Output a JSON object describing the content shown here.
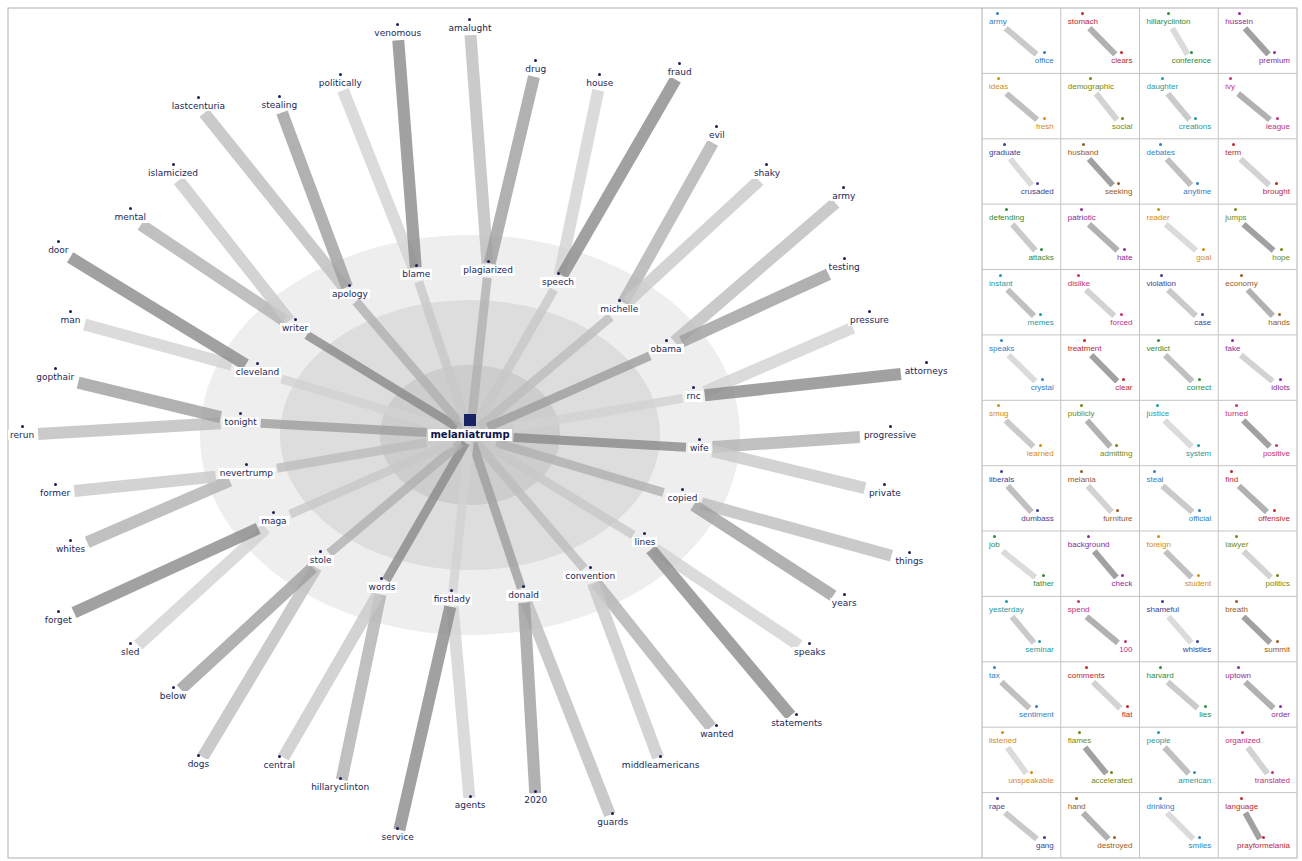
{
  "diagram": {
    "nodes": [
      {
        "text": [
          "amalught"
        ]
      },
      {
        "text": [
          "drug"
        ]
      },
      {
        "text": [
          "house"
        ]
      },
      {
        "text": [
          "fraud"
        ]
      },
      {
        "text": [
          "evil"
        ]
      },
      {
        "text": [
          "shaky"
        ]
      },
      {
        "text": [
          "army"
        ]
      },
      {
        "text": [
          "testing"
        ]
      },
      {
        "text": [
          "pressure"
        ]
      },
      {
        "text": [
          "attorneys"
        ]
      },
      {
        "text": [
          "progressive"
        ]
      },
      {
        "text": [
          "private"
        ]
      },
      {
        "text": [
          "things"
        ]
      },
      {
        "text": [
          "years"
        ]
      },
      {
        "text": [
          "speaks"
        ]
      },
      {
        "text": [
          "statements"
        ]
      },
      {
        "text": [
          "wanted"
        ]
      },
      {
        "text": [
          "middleamericans"
        ]
      },
      {
        "text": [
          "guards"
        ]
      },
      {
        "text": [
          "2020"
        ]
      },
      {
        "text": [
          "agents"
        ]
      },
      {
        "text": [
          "service"
        ]
      },
      {
        "text": [
          "hillaryclinton"
        ]
      },
      {
        "text": [
          "central"
        ]
      },
      {
        "text": [
          "dogs"
        ]
      },
      {
        "text": [
          "below"
        ]
      },
      {
        "text": [
          "sled"
        ]
      },
      {
        "text": [
          "forget"
        ]
      },
      {
        "text": [
          "whites"
        ]
      },
      {
        "text": [
          "former"
        ]
      },
      {
        "text": [
          "rerun"
        ]
      },
      {
        "text": [
          "gopthair"
        ]
      },
      {
        "text": [
          "man"
        ]
      },
      {
        "text": [
          "door"
        ]
      },
      {
        "text": [
          "mental"
        ]
      },
      {
        "text": [
          "islamicized"
        ]
      },
      {
        "text": [
          "lastcenturia"
        ]
      },
      {
        "text": [
          "stealing"
        ]
      },
      {
        "text": [
          "politically"
        ]
      },
      {
        "text": [
          "venomous"
        ]
      },
      {
        "text": [
          "plagiarized"
        ]
      },
      {
        "text": [
          "speech"
        ]
      },
      {
        "text": [
          "michelle"
        ]
      },
      {
        "text": [
          "obama"
        ]
      },
      {
        "text": [
          "rnc"
        ]
      },
      {
        "text": [
          "wife"
        ]
      },
      {
        "text": [
          "copied"
        ]
      },
      {
        "text": [
          "lines"
        ]
      },
      {
        "text": [
          "convention"
        ]
      },
      {
        "text": [
          "donald"
        ]
      },
      {
        "text": [
          "firstlady"
        ]
      },
      {
        "text": [
          "words"
        ]
      },
      {
        "text": [
          "stole"
        ]
      },
      {
        "text": [
          "maga"
        ]
      },
      {
        "text": [
          "nevertrump"
        ]
      },
      {
        "text": [
          "tonight"
        ]
      },
      {
        "text": [
          "cleveland"
        ]
      },
      {
        "text": [
          "writer"
        ]
      },
      {
        "text": [
          "apology"
        ]
      },
      {
        "text": [
          "blame"
        ]
      },
      {
        "text": [
          "melaniatrump"
        ]
      },
      {
        "text": [
          "army"
        ]
      },
      {
        "text": [
          "office"
        ]
      },
      {
        "text": [
          "stomach"
        ]
      },
      {
        "text": [
          "clears"
        ]
      },
      {
        "text": [
          "hillaryclinton"
        ]
      },
      {
        "text": [
          "conference"
        ]
      },
      {
        "text": [
          "hussein"
        ]
      },
      {
        "text": [
          "premium"
        ]
      },
      {
        "text": [
          "ideas"
        ]
      },
      {
        "text": [
          "fresh"
        ]
      },
      {
        "text": [
          "demographic"
        ]
      },
      {
        "text": [
          "social"
        ]
      },
      {
        "text": [
          "daughter"
        ]
      },
      {
        "text": [
          "creations"
        ]
      },
      {
        "text": [
          "ivy"
        ]
      },
      {
        "text": [
          "league"
        ]
      },
      {
        "text": [
          "graduate"
        ]
      },
      {
        "text": [
          "crusaded"
        ]
      },
      {
        "text": [
          "husband"
        ]
      },
      {
        "text": [
          "seeking"
        ]
      },
      {
        "text": [
          "debates"
        ]
      },
      {
        "text": [
          "anytime"
        ]
      },
      {
        "text": [
          "term"
        ]
      },
      {
        "text": [
          "brought"
        ]
      },
      {
        "text": [
          "defending"
        ]
      },
      {
        "text": [
          "attacks"
        ]
      },
      {
        "text": [
          "patriotic"
        ]
      },
      {
        "text": [
          "hate"
        ]
      },
      {
        "text": [
          "reader"
        ]
      },
      {
        "text": [
          "goal"
        ]
      },
      {
        "text": [
          "jumps"
        ]
      },
      {
        "text": [
          "hope"
        ]
      },
      {
        "text": [
          "instant"
        ]
      },
      {
        "text": [
          "memes"
        ]
      },
      {
        "text": [
          "dislike"
        ]
      },
      {
        "text": [
          "forced"
        ]
      },
      {
        "text": [
          "violation"
        ]
      },
      {
        "text": [
          "case"
        ]
      },
      {
        "text": [
          "economy"
        ]
      },
      {
        "text": [
          "hands"
        ]
      },
      {
        "text": [
          "speaks"
        ]
      },
      {
        "text": [
          "crystal"
        ]
      },
      {
        "text": [
          "treatment"
        ]
      },
      {
        "text": [
          "clear"
        ]
      },
      {
        "text": [
          "verdict"
        ]
      },
      {
        "text": [
          "correct"
        ]
      },
      {
        "text": [
          "fake"
        ]
      },
      {
        "text": [
          "idiots"
        ]
      },
      {
        "text": [
          "smug"
        ]
      },
      {
        "text": [
          "learned"
        ]
      },
      {
        "text": [
          "publicly"
        ]
      },
      {
        "text": [
          "admitting"
        ]
      },
      {
        "text": [
          "justice"
        ]
      },
      {
        "text": [
          "system"
        ]
      },
      {
        "text": [
          "turned"
        ]
      },
      {
        "text": [
          "positive"
        ]
      },
      {
        "text": [
          "liberals"
        ]
      },
      {
        "text": [
          "dumbass"
        ]
      },
      {
        "text": [
          "melania"
        ]
      },
      {
        "text": [
          "furniture"
        ]
      },
      {
        "text": [
          "steal"
        ]
      },
      {
        "text": [
          "official"
        ]
      },
      {
        "text": [
          "find"
        ]
      },
      {
        "text": [
          "offensive"
        ]
      },
      {
        "text": [
          "job"
        ]
      },
      {
        "text": [
          "father"
        ]
      },
      {
        "text": [
          "background"
        ]
      },
      {
        "text": [
          "check"
        ]
      },
      {
        "text": [
          "foreign"
        ]
      },
      {
        "text": [
          "student"
        ]
      },
      {
        "text": [
          "lawyer"
        ]
      },
      {
        "text": [
          "politics"
        ]
      },
      {
        "text": [
          "yesterday"
        ]
      },
      {
        "text": [
          "seminar"
        ]
      },
      {
        "text": [
          "spend"
        ]
      },
      {
        "text": [
          "100"
        ]
      },
      {
        "text": [
          "shameful"
        ]
      },
      {
        "text": [
          "whistles"
        ]
      },
      {
        "text": [
          "breath"
        ]
      },
      {
        "text": [
          "summit"
        ]
      },
      {
        "text": [
          "tax"
        ]
      },
      {
        "text": [
          "sentiment"
        ]
      },
      {
        "text": [
          "comments"
        ]
      },
      {
        "text": [
          "flat"
        ]
      },
      {
        "text": [
          "harvard"
        ]
      },
      {
        "text": [
          "lies"
        ]
      },
      {
        "text": [
          "uptown"
        ]
      },
      {
        "text": [
          "order"
        ]
      },
      {
        "text": [
          "listened"
        ]
      },
      {
        "text": [
          "unspeakable"
        ]
      },
      {
        "text": [
          "flames"
        ]
      },
      {
        "text": [
          "accelerated"
        ]
      },
      {
        "text": [
          "people"
        ]
      },
      {
        "text": [
          "american"
        ]
      },
      {
        "text": [
          "organized"
        ]
      },
      {
        "text": [
          "translated"
        ]
      },
      {
        "text": [
          "rape"
        ]
      },
      {
        "text": [
          "gang"
        ]
      },
      {
        "text": [
          "hand"
        ]
      },
      {
        "text": [
          "destroyed"
        ]
      },
      {
        "text": [
          "drinking"
        ]
      },
      {
        "text": [
          "smiles"
        ]
      },
      {
        "text": [
          "language"
        ]
      },
      {
        "text": [
          "prayformelania"
        ]
      }
    ],
    "edges": [
      {
        "from": 0,
        "to": 40,
        "arrow": "none"
      },
      {
        "from": 1,
        "to": 40,
        "arrow": "none"
      },
      {
        "from": 2,
        "to": 41,
        "arrow": "none"
      },
      {
        "from": 3,
        "to": 41,
        "arrow": "none"
      },
      {
        "from": 4,
        "to": 42,
        "arrow": "none"
      },
      {
        "from": 5,
        "to": 42,
        "arrow": "none"
      },
      {
        "from": 6,
        "to": 43,
        "arrow": "none"
      },
      {
        "from": 7,
        "to": 43,
        "arrow": "none"
      },
      {
        "from": 8,
        "to": 44,
        "arrow": "none"
      },
      {
        "from": 9,
        "to": 44,
        "arrow": "none"
      },
      {
        "from": 10,
        "to": 45,
        "arrow": "none"
      },
      {
        "from": 11,
        "to": 45,
        "arrow": "none"
      },
      {
        "from": 12,
        "to": 46,
        "arrow": "none"
      },
      {
        "from": 13,
        "to": 46,
        "arrow": "none"
      },
      {
        "from": 14,
        "to": 47,
        "arrow": "none"
      },
      {
        "from": 15,
        "to": 47,
        "arrow": "none"
      },
      {
        "from": 16,
        "to": 48,
        "arrow": "none"
      },
      {
        "from": 17,
        "to": 48,
        "arrow": "none"
      },
      {
        "from": 18,
        "to": 49,
        "arrow": "none"
      },
      {
        "from": 19,
        "to": 49,
        "arrow": "none"
      },
      {
        "from": 20,
        "to": 50,
        "arrow": "none"
      },
      {
        "from": 21,
        "to": 50,
        "arrow": "none"
      },
      {
        "from": 22,
        "to": 51,
        "arrow": "none"
      },
      {
        "from": 23,
        "to": 51,
        "arrow": "none"
      },
      {
        "from": 24,
        "to": 52,
        "arrow": "none"
      },
      {
        "from": 25,
        "to": 52,
        "arrow": "none"
      },
      {
        "from": 26,
        "to": 53,
        "arrow": "none"
      },
      {
        "from": 27,
        "to": 53,
        "arrow": "none"
      },
      {
        "from": 28,
        "to": 54,
        "arrow": "none"
      },
      {
        "from": 29,
        "to": 54,
        "arrow": "none"
      },
      {
        "from": 30,
        "to": 55,
        "arrow": "none"
      },
      {
        "from": 31,
        "to": 55,
        "arrow": "none"
      },
      {
        "from": 32,
        "to": 56,
        "arrow": "none"
      },
      {
        "from": 33,
        "to": 56,
        "arrow": "none"
      },
      {
        "from": 34,
        "to": 57,
        "arrow": "none"
      },
      {
        "from": 35,
        "to": 57,
        "arrow": "none"
      },
      {
        "from": 36,
        "to": 58,
        "arrow": "none"
      },
      {
        "from": 37,
        "to": 58,
        "arrow": "none"
      },
      {
        "from": 38,
        "to": 59,
        "arrow": "none"
      },
      {
        "from": 39,
        "to": 59,
        "arrow": "none"
      },
      {
        "from": 40,
        "to": 60,
        "arrow": "none"
      },
      {
        "from": 41,
        "to": 60,
        "arrow": "none"
      },
      {
        "from": 42,
        "to": 60,
        "arrow": "none"
      },
      {
        "from": 43,
        "to": 60,
        "arrow": "none"
      },
      {
        "from": 44,
        "to": 60,
        "arrow": "none"
      },
      {
        "from": 45,
        "to": 60,
        "arrow": "none"
      },
      {
        "from": 46,
        "to": 60,
        "arrow": "none"
      },
      {
        "from": 47,
        "to": 60,
        "arrow": "none"
      },
      {
        "from": 48,
        "to": 60,
        "arrow": "none"
      },
      {
        "from": 49,
        "to": 60,
        "arrow": "none"
      },
      {
        "from": 50,
        "to": 60,
        "arrow": "none"
      },
      {
        "from": 51,
        "to": 60,
        "arrow": "none"
      },
      {
        "from": 52,
        "to": 60,
        "arrow": "none"
      },
      {
        "from": 53,
        "to": 60,
        "arrow": "none"
      },
      {
        "from": 54,
        "to": 60,
        "arrow": "none"
      },
      {
        "from": 55,
        "to": 60,
        "arrow": "none"
      },
      {
        "from": 56,
        "to": 60,
        "arrow": "none"
      },
      {
        "from": 57,
        "to": 60,
        "arrow": "none"
      },
      {
        "from": 58,
        "to": 60,
        "arrow": "none"
      },
      {
        "from": 59,
        "to": 60,
        "arrow": "none"
      },
      {
        "from": 61,
        "to": 62,
        "arrow": "none"
      },
      {
        "from": 63,
        "to": 64,
        "arrow": "none"
      },
      {
        "from": 65,
        "to": 66,
        "arrow": "none"
      },
      {
        "from": 67,
        "to": 68,
        "arrow": "none"
      },
      {
        "from": 69,
        "to": 70,
        "arrow": "none"
      },
      {
        "from": 71,
        "to": 72,
        "arrow": "none"
      },
      {
        "from": 73,
        "to": 74,
        "arrow": "none"
      },
      {
        "from": 75,
        "to": 76,
        "arrow": "none"
      },
      {
        "from": 77,
        "to": 78,
        "arrow": "none"
      },
      {
        "from": 79,
        "to": 80,
        "arrow": "none"
      },
      {
        "from": 81,
        "to": 82,
        "arrow": "none"
      },
      {
        "from": 83,
        "to": 84,
        "arrow": "none"
      },
      {
        "from": 85,
        "to": 86,
        "arrow": "none"
      },
      {
        "from": 87,
        "to": 88,
        "arrow": "none"
      },
      {
        "from": 89,
        "to": 90,
        "arrow": "none"
      },
      {
        "from": 91,
        "to": 92,
        "arrow": "none"
      },
      {
        "from": 93,
        "to": 94,
        "arrow": "none"
      },
      {
        "from": 95,
        "to": 96,
        "arrow": "none"
      },
      {
        "from": 97,
        "to": 98,
        "arrow": "none"
      },
      {
        "from": 99,
        "to": 100,
        "arrow": "none"
      },
      {
        "from": 101,
        "to": 102,
        "arrow": "none"
      },
      {
        "from": 103,
        "to": 104,
        "arrow": "none"
      },
      {
        "from": 105,
        "to": 106,
        "arrow": "none"
      },
      {
        "from": 107,
        "to": 108,
        "arrow": "none"
      },
      {
        "from": 109,
        "to": 110,
        "arrow": "none"
      },
      {
        "from": 111,
        "to": 112,
        "arrow": "none"
      },
      {
        "from": 113,
        "to": 114,
        "arrow": "none"
      },
      {
        "from": 115,
        "to": 116,
        "arrow": "none"
      },
      {
        "from": 117,
        "to": 118,
        "arrow": "none"
      },
      {
        "from": 119,
        "to": 120,
        "arrow": "none"
      },
      {
        "from": 121,
        "to": 122,
        "arrow": "none"
      },
      {
        "from": 123,
        "to": 124,
        "arrow": "none"
      },
      {
        "from": 125,
        "to": 126,
        "arrow": "none"
      },
      {
        "from": 127,
        "to": 128,
        "arrow": "none"
      },
      {
        "from": 129,
        "to": 130,
        "arrow": "none"
      },
      {
        "from": 131,
        "to": 132,
        "arrow": "none"
      },
      {
        "from": 133,
        "to": 134,
        "arrow": "none"
      },
      {
        "from": 135,
        "to": 136,
        "arrow": "none"
      },
      {
        "from": 137,
        "to": 138,
        "arrow": "none"
      },
      {
        "from": 139,
        "to": 140,
        "arrow": "none"
      },
      {
        "from": 141,
        "to": 142,
        "arrow": "none"
      },
      {
        "from": 143,
        "to": 144,
        "arrow": "none"
      },
      {
        "from": 145,
        "to": 146,
        "arrow": "none"
      },
      {
        "from": 147,
        "to": 148,
        "arrow": "none"
      },
      {
        "from": 149,
        "to": 150,
        "arrow": "none"
      },
      {
        "from": 151,
        "to": 152,
        "arrow": "none"
      },
      {
        "from": 153,
        "to": 154,
        "arrow": "none"
      },
      {
        "from": 155,
        "to": 156,
        "arrow": "none"
      },
      {
        "from": 157,
        "to": 158,
        "arrow": "none"
      },
      {
        "from": 159,
        "to": 160,
        "arrow": "none"
      },
      {
        "from": 161,
        "to": 162,
        "arrow": "none"
      },
      {
        "from": 163,
        "to": 164,
        "arrow": "none"
      }
    ]
  }
}
